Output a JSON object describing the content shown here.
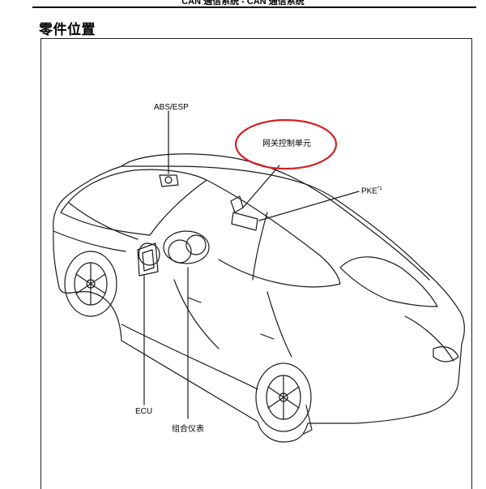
{
  "header": {
    "text": "CAN 通信系统 - CAN 通信系统"
  },
  "section": {
    "title": "零件位置"
  },
  "figure": {
    "labels": {
      "abs_esp": "ABS/ESP",
      "gateway": "网关控制单元",
      "pke": "PKE",
      "pke_note": "*1",
      "ecu": "ECU",
      "cluster": "组合仪表"
    },
    "highlight_color": "#d32020",
    "line_color": "#1a1a1a"
  }
}
